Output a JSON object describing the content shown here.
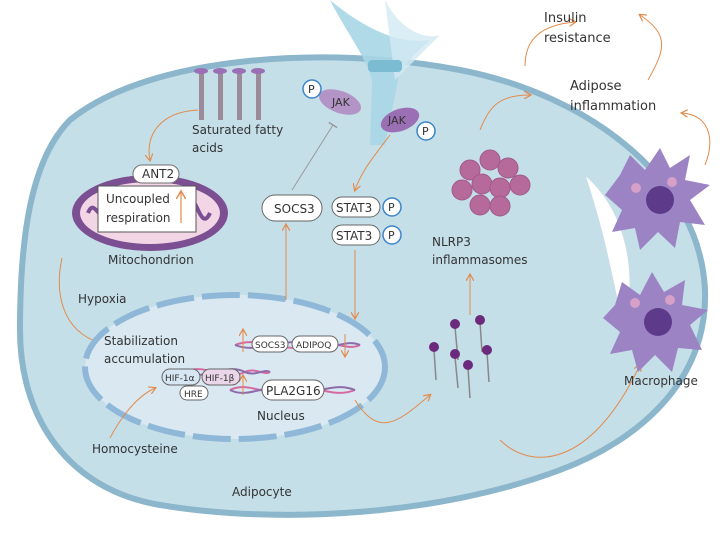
{
  "labels": {
    "insulin_resistance": [
      "Insulin",
      "resistance"
    ],
    "adipose_inflammation": [
      "Adipose",
      "inflammation"
    ],
    "saturated_fatty_acids": [
      "Saturated fatty",
      "acids"
    ],
    "ant2": "ANT2",
    "uncoupled_respiration": [
      "Uncoupled",
      "respiration"
    ],
    "mitochondrion": "Mitochondrion",
    "hypoxia": "Hypoxia",
    "stabilization": [
      "Stabilization",
      "accumulation"
    ],
    "hif1a": "HIF-1α",
    "hif1b": "HIF-1β",
    "hre": "HRE",
    "nucleus": "Nucleus",
    "homocysteine": "Homocysteine",
    "adipocyte": "Adipocyte",
    "socs3": "SOCS3",
    "socs3_gene": "SOCS3",
    "adipoq_gene": "ADIPOQ",
    "pla2g16": "PLA2G16",
    "stat3_top": "STAT3",
    "stat3_bottom": "STAT3",
    "p": "P",
    "jak": "JAK",
    "nlrp3": [
      "NLRP3",
      "inflammasomes"
    ],
    "macrophage": "Macrophage"
  },
  "colors": {
    "cell_fill": "#c5dfe9",
    "cell_stroke": "#8bb6cb",
    "nucleus_fill": "#d9e8f1",
    "arrow": "#e38a4a",
    "mito_outer": "#7b4f92",
    "jak": "#b394c6",
    "p_ring": "#3d85c6",
    "inflammasome": "#b66a9b",
    "macrophage": "#9b83c4",
    "receptor": "#a8d6e6"
  }
}
